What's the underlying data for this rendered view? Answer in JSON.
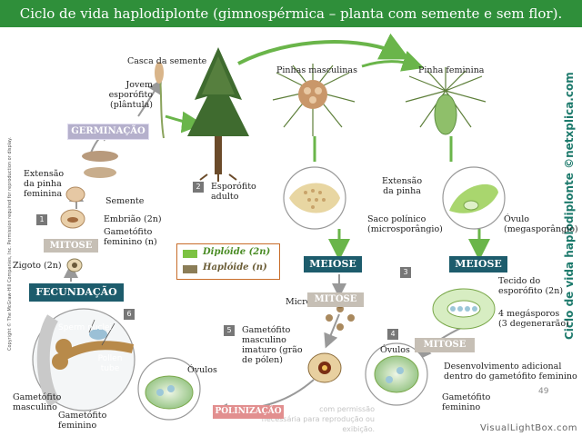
{
  "title": "Ciclo de vida haplodiplonte (gimnospérmica – planta com semente e sem flor).",
  "copyright": "Copyright © The McGraw-Hill Companies, Inc. Permission required for reproduction or display.",
  "side_credit": "Ciclo de vida haplodiplonte ©netxplica.com",
  "labels": {
    "casca": "Casca da semente",
    "jovem": "Jovem esporófito\n(plântula)",
    "extensao_feminina": "Extensão\nda pinha\nfeminina",
    "semente": "Semente",
    "embriao": "Embrião (2n)",
    "gametofito_fem_n": "Gametófito\nfeminino (n)",
    "zigoto": "Zigoto (2n)",
    "esporofito_adulto": "Esporófito\nadulto",
    "pinhas_masculinas": "Pinhas masculinas",
    "pinha_feminina": "Pinha feminina",
    "extensao_pinha": "Extensão\nda pinha",
    "saco_polinico": "Saco polínico\n(microsporângio)",
    "ovulo_mega": "Óvulo\n(megasporângio)",
    "microsporos": "Micrósporos",
    "tecido": "Tecido do\nesporófito (2n)",
    "megasporos": "4 megásporos\n(3 degenerarão)",
    "gametofito_masc_imaturo": "Gametófito\nmasculino\nimaturo (grão\nde pólen)",
    "ovulos_right": "Óvulos",
    "desenvolvimento": "Desenvolvimento adicional\ndentro do gametófito feminino",
    "gametofito_feminino_right": "Gametófito\nfeminino",
    "ovulos_bottom": "Óvulos",
    "gametofito_masculino": "Gametófito\nmasculino",
    "gametofito_feminino_bottom": "Gametófito\nfeminino",
    "sperm_nuclei": "Sperm nuclei",
    "pollen_tube": "Pollen\ntube",
    "faded_note": "com permissão\nnecessária para reprodução ou exibição."
  },
  "stages": {
    "germinacao": "GERMINAÇÃO",
    "mitose_left": "MITOSE",
    "fecundacao": "FECUNDAÇÃO",
    "meiose_left": "MEIOSE",
    "meiose_right": "MEIOSE",
    "mitose_center": "MITOSE",
    "mitose_right": "MITOSE",
    "polinizacao": "POLINIZAÇÃO"
  },
  "step_numbers": {
    "n1": "1",
    "n2": "2",
    "n3": "3",
    "n4": "4",
    "n5": "5",
    "n6": "6"
  },
  "legend": {
    "diploid": "Diplóide (2n)",
    "haploid": "Haplóide (n)",
    "diploid_color": "#7cc242",
    "haploid_color": "#8b7d57"
  },
  "page_number": "49",
  "watermark": "VisualLightBox.com",
  "colors": {
    "title_bar": "#2f8f3a",
    "arrow": "#6ab54a",
    "meiose_badge": "#1d5c6c",
    "mitose_badge": "#c6bfb5",
    "germinacao_badge": "#b5b0cc",
    "polinizacao_badge": "#e28f8f",
    "fecundacao_badge": "#1d5c6c"
  }
}
